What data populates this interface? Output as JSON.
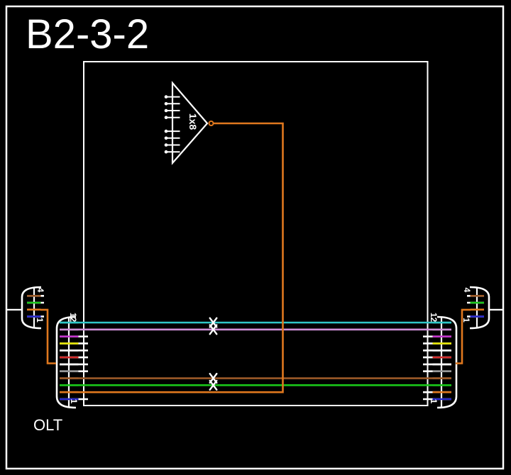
{
  "title": "B2-3-2",
  "olt_label": "OLT",
  "background": "#000000",
  "colors": {
    "frame_white": "#ffffff",
    "aqua": "#2fc7c7",
    "rose": "#ce90d6",
    "violet": "#c32ecb",
    "yellow": "#e3e300",
    "white": "#ffffff",
    "red": "#d32b2b",
    "slate": "#969696",
    "brown": "#9c5a28",
    "green": "#19c619",
    "orange": "#e0781e",
    "blue": "#2424c8"
  },
  "splitter": {
    "label": "1x8",
    "output_ports": 8
  },
  "cables": {
    "left": {
      "top_label": "12",
      "bottom_label": "1",
      "fibers": [
        {
          "index": 12,
          "color": "aqua"
        },
        {
          "index": 11,
          "color": "rose"
        },
        {
          "index": 10,
          "color": "violet"
        },
        {
          "index": 9,
          "color": "yellow"
        },
        {
          "index": 8,
          "color": "white"
        },
        {
          "index": 7,
          "color": "red"
        },
        {
          "index": 6,
          "color": "white"
        },
        {
          "index": 5,
          "color": "slate"
        },
        {
          "index": 4,
          "color": "brown"
        },
        {
          "index": 3,
          "color": "green"
        },
        {
          "index": 2,
          "color": "orange"
        },
        {
          "index": 1,
          "color": "blue"
        }
      ]
    },
    "right": {
      "top_label": "12",
      "bottom_label": "1",
      "fibers": [
        {
          "index": 12,
          "color": "aqua"
        },
        {
          "index": 11,
          "color": "rose"
        },
        {
          "index": 10,
          "color": "violet"
        },
        {
          "index": 9,
          "color": "yellow"
        },
        {
          "index": 8,
          "color": "white"
        },
        {
          "index": 7,
          "color": "red"
        },
        {
          "index": 6,
          "color": "white"
        },
        {
          "index": 5,
          "color": "slate"
        },
        {
          "index": 4,
          "color": "brown"
        },
        {
          "index": 3,
          "color": "green"
        },
        {
          "index": 2,
          "color": "orange"
        },
        {
          "index": 1,
          "color": "blue"
        }
      ]
    }
  },
  "drops": {
    "left": {
      "top_label": "4",
      "bottom_label": "1",
      "fibers": [
        {
          "index": 4,
          "color": "brown"
        },
        {
          "index": 3,
          "color": "green"
        },
        {
          "index": 2,
          "color": "orange"
        },
        {
          "index": 1,
          "color": "blue"
        }
      ]
    },
    "right": {
      "top_label": "4",
      "bottom_label": "1",
      "fibers": [
        {
          "index": 4,
          "color": "brown"
        },
        {
          "index": 3,
          "color": "green"
        },
        {
          "index": 2,
          "color": "orange"
        },
        {
          "index": 1,
          "color": "blue"
        }
      ]
    }
  },
  "links": [
    {
      "fiber": 12,
      "color": "aqua",
      "type": "through"
    },
    {
      "fiber": 11,
      "color": "rose",
      "type": "through"
    },
    {
      "fiber": 4,
      "color": "brown",
      "type": "through"
    },
    {
      "fiber": 3,
      "color": "green",
      "type": "through"
    },
    {
      "fiber": 2,
      "color": "orange",
      "type": "to-splitter"
    }
  ],
  "x_marks": {
    "fibers": [
      12,
      11,
      4,
      3
    ]
  }
}
